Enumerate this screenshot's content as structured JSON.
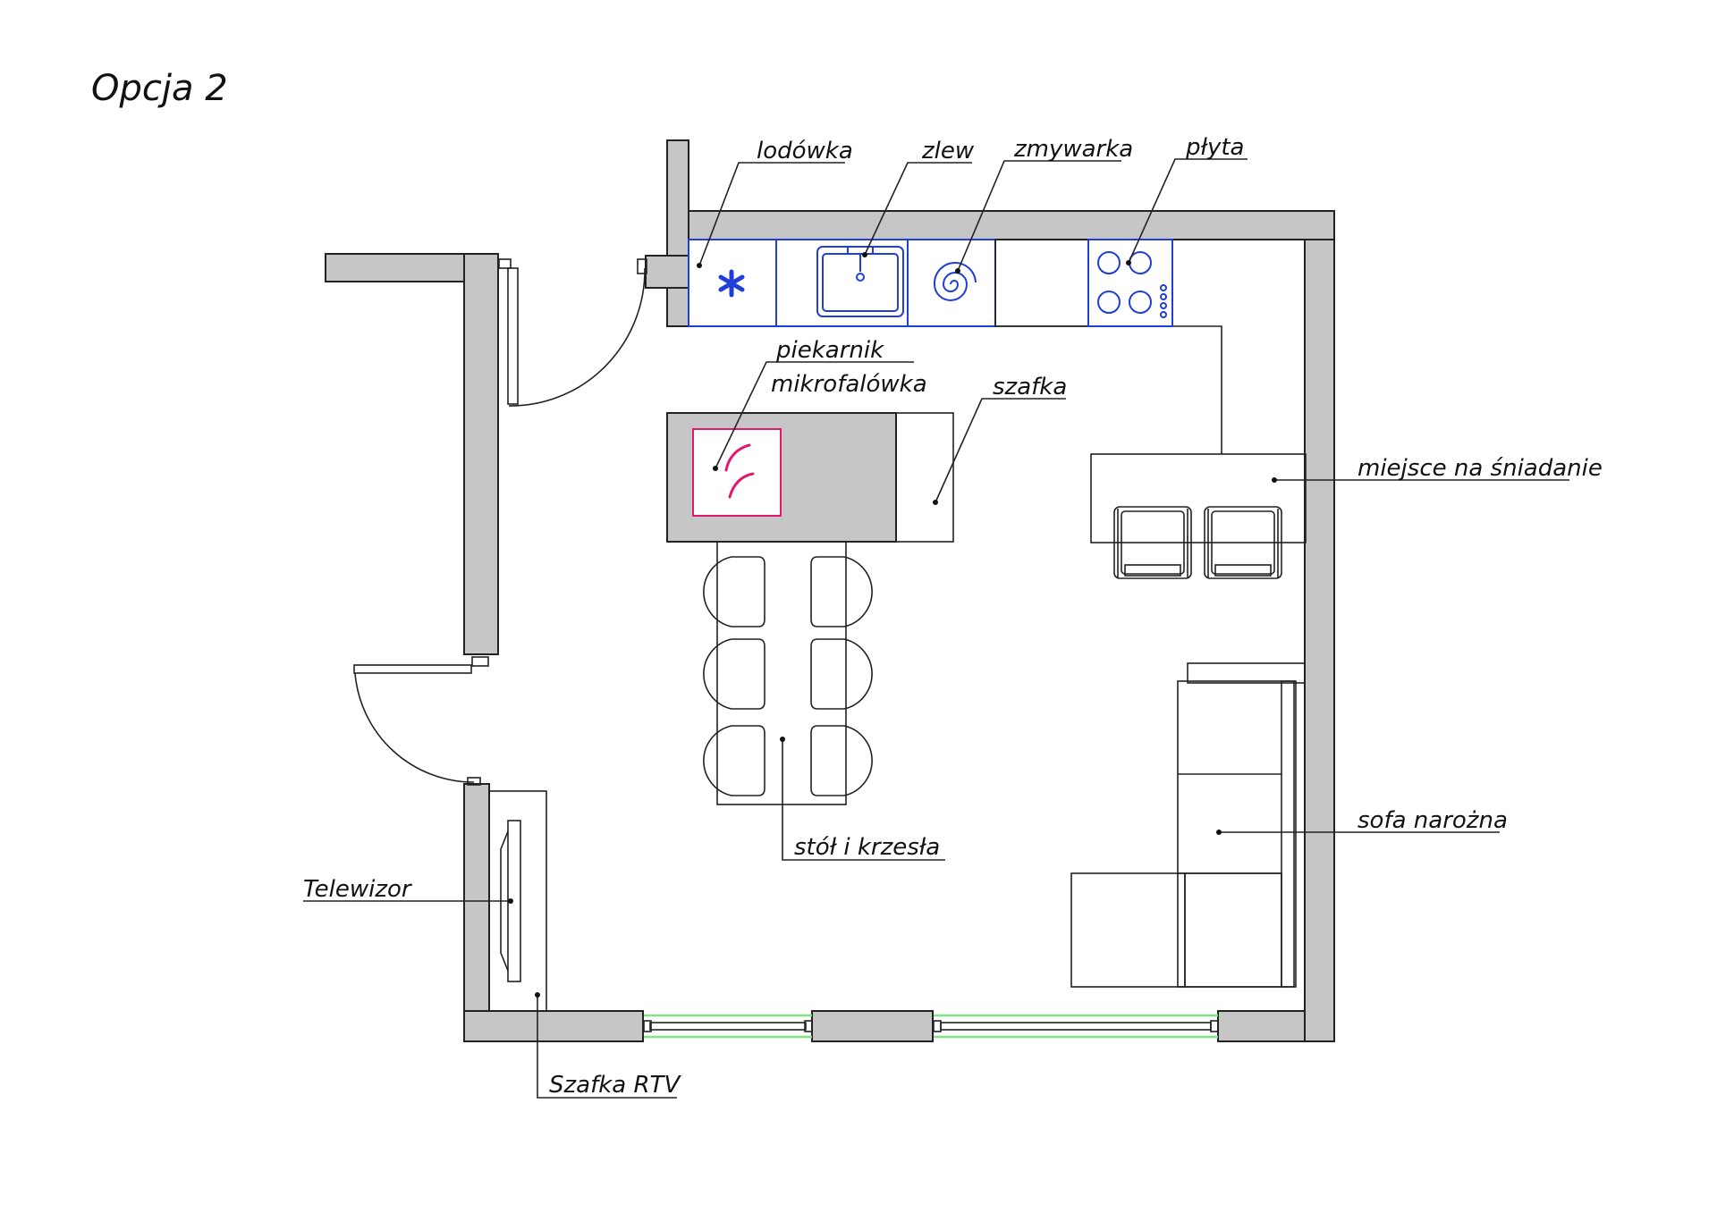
{
  "title": "Opcja 2",
  "labels": {
    "lodowka": "lodówka",
    "zlew": "zlew",
    "zmywarka": "zmywarka",
    "plyta": "płyta",
    "piekarnik": "piekarnik",
    "mikrofalowka": "mikrofalówka",
    "szafka": "szafka",
    "sniadanie": "miejsce na śniadanie",
    "sofa": "sofa narożna",
    "stol": "stół i krzesła",
    "telewizor": "Telewizor",
    "szafka_rtv": "Szafka RTV"
  },
  "colors": {
    "wall_fill": "#c6c6c6",
    "appliance_blue": "#1f3fd8",
    "oven_magenta": "#e0186e",
    "window_green": "#7fe37f",
    "line": "#222222"
  },
  "icons": {
    "fridge": "snowflake-asterisk-icon",
    "sink": "sink-icon",
    "dishwasher": "spiral-icon",
    "hob": "four-burner-icon",
    "oven": "oven-curves-icon"
  }
}
